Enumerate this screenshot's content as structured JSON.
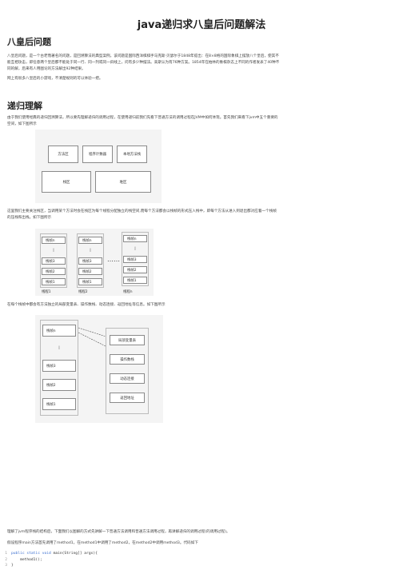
{
  "title": "java递归求八皇后问题解法",
  "section1": {
    "heading": "八皇后问题",
    "para1_line1": "八皇后问题，是一个古老而著名的问题，是回溯算法的典型案例。该问题是国际西洋棋棋手马克斯·贝瑟尔于1848年提出：在8×8格的国际象棋上摆放八个皇后，使其不",
    "para1_line2": "能互相攻击，即任意两个皇后都不能处于同一行、同一列或同一斜线上，问有多少种摆法。高斯认为有76种方案。1854年在柏林的象棋杂志上不同的作者发表了40种不",
    "para1_line3": "同的解，后来有人用图论的方法解出92种结果。",
    "para2": "网上有很多八皇后的小游戏，不清楚规则的可以体验一把。"
  },
  "section2": {
    "heading": "递归理解",
    "para1_line1": "由于我们使用经典的递归回溯算法，所以要先理解递归的调用过程，在使用递归前我们先看下普通方法的调用过程在JVM中如何体现。首先我们来看下jvm中五个重要的",
    "para1_line2": "空间，如下图所示",
    "fig1": {
      "method_area": "方法区",
      "pc_register": "程序计数器",
      "native_stack": "本地方法栈",
      "stack": "栈区",
      "heap": "堆区"
    },
    "para2_line1": "这里我们主要关注栈区，当调用某个方法时会在栈区为每个线程分配独立的栈空间,而每个方法都会以栈帧的形式压入栈中，即每个方法从进入到退出都对应着一个栈帧",
    "para2_line2": "的压栈和出栈。如下图所示",
    "fig2": {
      "threads": [
        {
          "frames": [
            "栈帧n",
            "|",
            "栈帧3",
            "栈帧2",
            "栈帧1"
          ],
          "label": "线程1"
        },
        {
          "frames": [
            "栈帧n",
            "|",
            "栈帧3",
            "栈帧2",
            "栈帧1"
          ],
          "label": "线程2"
        },
        {
          "frames": [
            "栈帧n",
            "|",
            "栈帧3",
            "栈帧2",
            "栈帧1"
          ],
          "label": "线程n"
        }
      ],
      "ellipsis": "……"
    },
    "para3": "在每个栈帧中都会有方法独立的局部变量表、操作数栈、动态连接、返回地址等信息。如下图所示",
    "fig3": {
      "frames": [
        "栈帧n",
        "|",
        "栈帧3",
        "栈帧2",
        "栈帧1"
      ],
      "details": [
        "局部变量表",
        "操作数栈",
        "动态连接",
        "返回地址"
      ]
    },
    "para4": "理解了jvm程序栈的结构后，下面我们以图解的方式先讲解一下普通方法调用和普通方法调用过程，再讲解递归的调用过程(的调用过程)。",
    "para5": "假设程序main方法首先调用了method1，在method1中调用了method2，在method2中调用method3。代码如下"
  },
  "code": {
    "lines": [
      {
        "no": "1",
        "kw": "public static void",
        "text": " main(String[] args){"
      },
      {
        "no": "2",
        "kw": "",
        "text": "    method1();"
      },
      {
        "no": "3",
        "kw": "",
        "text": "}"
      }
    ]
  }
}
